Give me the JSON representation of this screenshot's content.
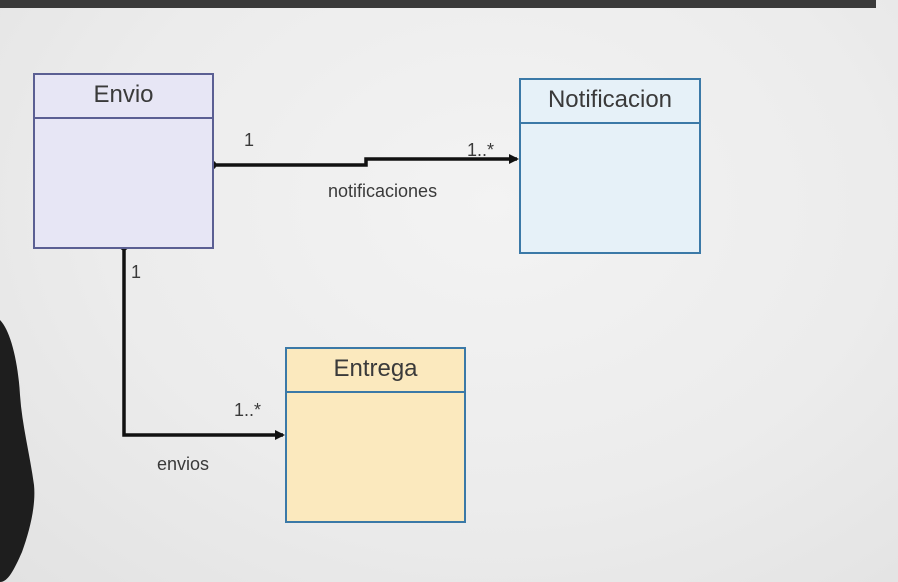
{
  "classes": {
    "envio": "Envio",
    "notificacion": "Notificacion",
    "entrega": "Entrega"
  },
  "associations": {
    "notificaciones": {
      "name": "notificaciones",
      "source_multiplicity": "1",
      "target_multiplicity": "1..*"
    },
    "envios": {
      "name": "envios",
      "source_multiplicity": "1",
      "target_multiplicity": "1..*"
    }
  }
}
